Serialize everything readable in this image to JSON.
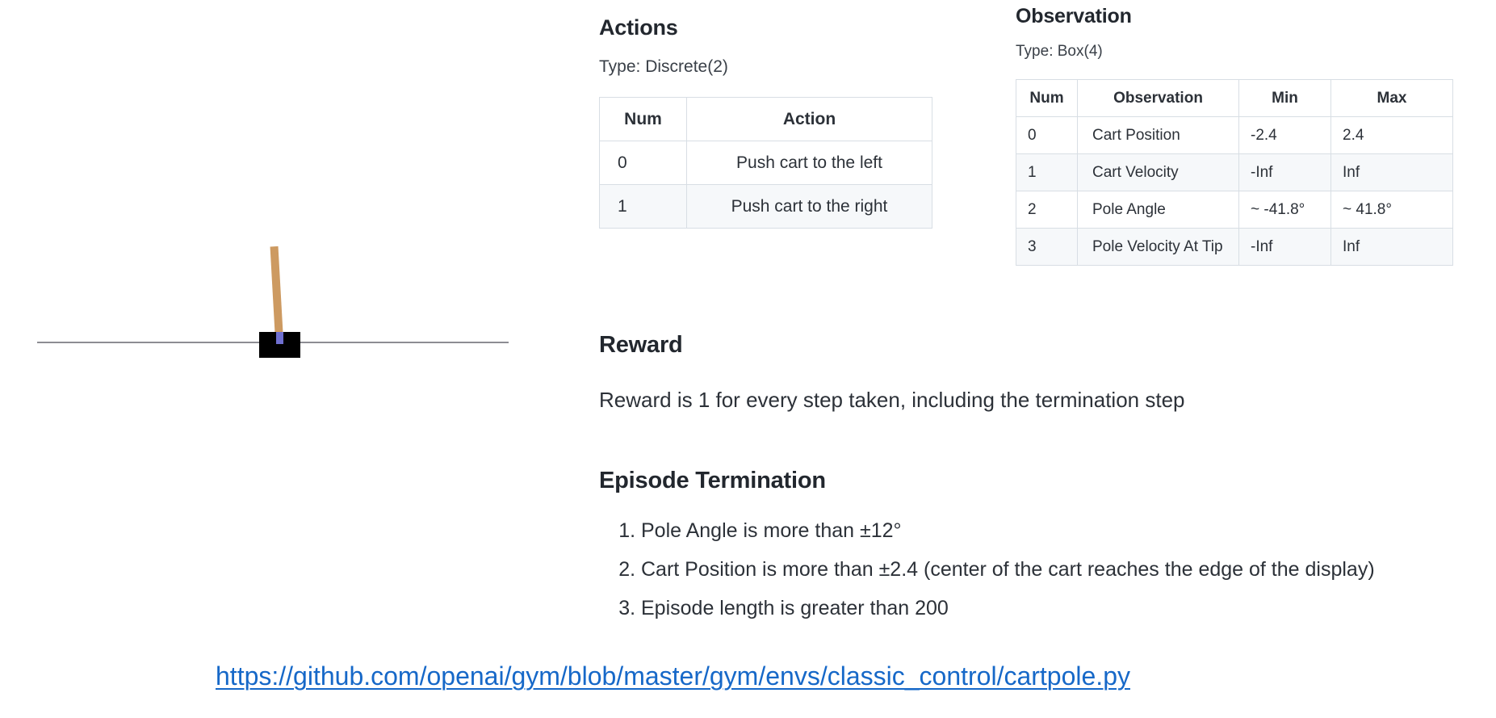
{
  "figure": {
    "name": "cartpole-simulation",
    "track_color": "#8d8d93",
    "cart_color": "#000000",
    "pole_color": "#cd9a61",
    "axle_color": "#6f6fd0",
    "pole_tilt_degrees": -3.2
  },
  "actions": {
    "heading": "Actions",
    "type_line": "Type: Discrete(2)",
    "columns": [
      "Num",
      "Action"
    ],
    "rows": [
      {
        "num": "0",
        "action": "Push cart to the left"
      },
      {
        "num": "1",
        "action": "Push cart to the right"
      }
    ]
  },
  "observation": {
    "heading": "Observation",
    "type_line": "Type: Box(4)",
    "columns": [
      "Num",
      "Observation",
      "Min",
      "Max"
    ],
    "rows": [
      {
        "num": "0",
        "observation": "Cart Position",
        "min": "-2.4",
        "max": "2.4"
      },
      {
        "num": "1",
        "observation": "Cart Velocity",
        "min": "-Inf",
        "max": "Inf"
      },
      {
        "num": "2",
        "observation": "Pole Angle",
        "min": "~ -41.8°",
        "max": "~ 41.8°"
      },
      {
        "num": "3",
        "observation": "Pole Velocity At Tip",
        "min": "-Inf",
        "max": "Inf"
      }
    ]
  },
  "reward": {
    "heading": "Reward",
    "body": "Reward is 1 for every step taken, including the termination step"
  },
  "termination": {
    "heading": "Episode Termination",
    "items": [
      "Pole Angle is more than ±12°",
      "Cart Position is more than ±2.4 (center of the cart reaches the edge of the display)",
      "Episode length is greater than 200"
    ]
  },
  "source": {
    "url_text": "https://github.com/openai/gym/blob/master/gym/envs/classic_control/cartpole.py",
    "link_color": "#1668c8"
  }
}
